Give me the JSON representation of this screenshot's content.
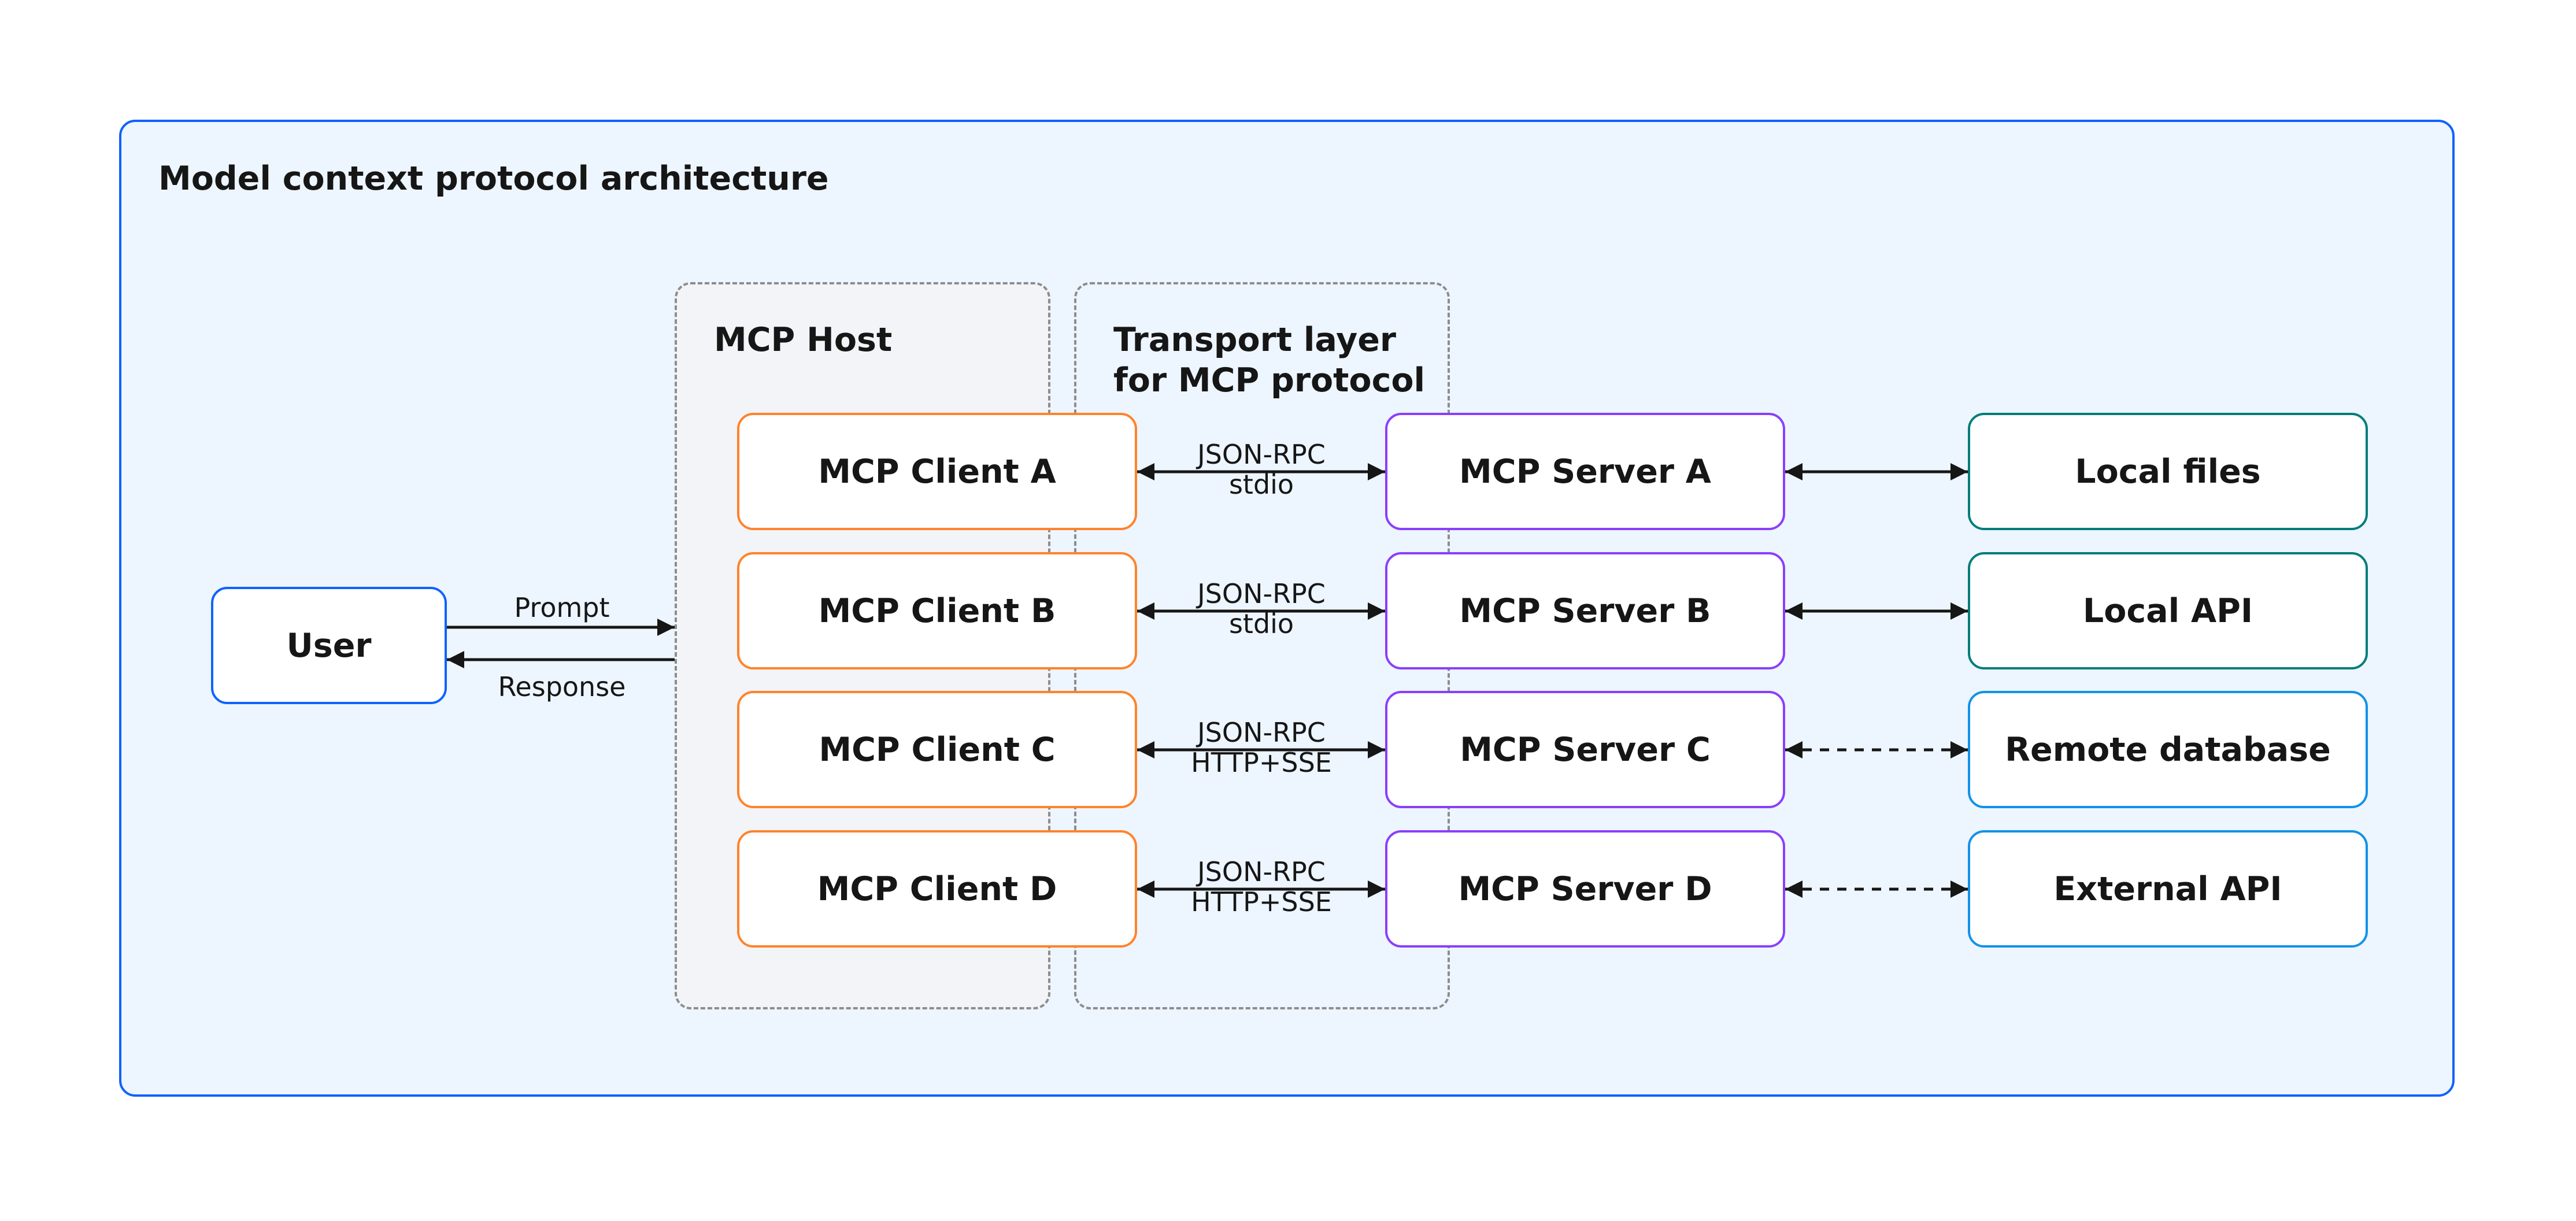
{
  "title": "Model context protocol architecture",
  "user": {
    "label": "User",
    "prompt_label": "Prompt",
    "response_label": "Response"
  },
  "host": {
    "title": "MCP Host"
  },
  "transport": {
    "title_line1": "Transport layer",
    "title_line2": "for MCP protocol"
  },
  "rows": [
    {
      "client": "MCP Client A",
      "protocol": "JSON-RPC",
      "transport": "stdio",
      "server": "MCP Server A",
      "resource": "Local files",
      "resource_kind": "local",
      "link": "solid"
    },
    {
      "client": "MCP Client B",
      "protocol": "JSON-RPC",
      "transport": "stdio",
      "server": "MCP Server B",
      "resource": "Local API",
      "resource_kind": "local",
      "link": "solid"
    },
    {
      "client": "MCP Client C",
      "protocol": "JSON-RPC",
      "transport": "HTTP+SSE",
      "server": "MCP Server C",
      "resource": "Remote database",
      "resource_kind": "remote",
      "link": "dashed"
    },
    {
      "client": "MCP Client D",
      "protocol": "JSON-RPC",
      "transport": "HTTP+SSE",
      "server": "MCP Server D",
      "resource": "External API",
      "resource_kind": "remote",
      "link": "dashed"
    }
  ],
  "colors": {
    "frame_border": "#0f62fe",
    "frame_fill": "#edf5ff",
    "host_fill": "#f2f4f8",
    "client_border": "#ff832b",
    "server_border": "#8a3ffc",
    "local_resource_border": "#007d79",
    "remote_resource_border": "#1192e8",
    "group_border": "#8d8d8d",
    "arrow": "#161616"
  }
}
